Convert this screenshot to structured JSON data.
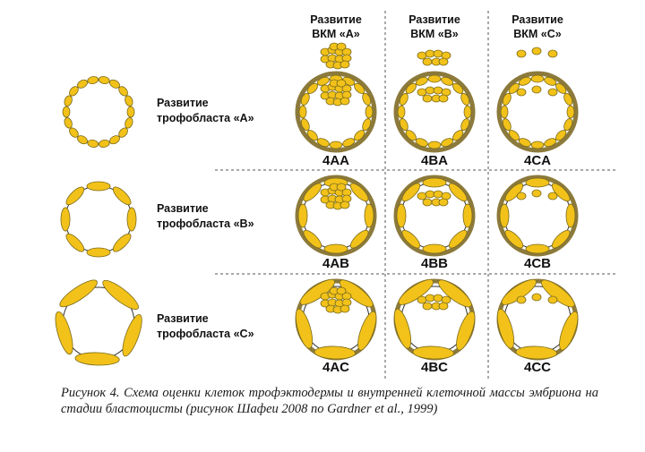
{
  "icm_headers": [
    {
      "line1": "Развитие",
      "line2": "ВКМ «А»"
    },
    {
      "line1": "Развитие",
      "line2": "ВКМ «В»"
    },
    {
      "line1": "Развитие",
      "line2": "ВКМ «С»"
    }
  ],
  "trophoblast_rows": [
    {
      "line1": "Развитие",
      "line2": "трофобласта «А»"
    },
    {
      "line1": "Развитие",
      "line2": "трофобласта «В»"
    },
    {
      "line1": "Развитие",
      "line2": "трофобласта «С»"
    }
  ],
  "grades": [
    [
      "4AA",
      "4BA",
      "4CA"
    ],
    [
      "4AB",
      "4BB",
      "4CB"
    ],
    [
      "4AC",
      "4BC",
      "4CC"
    ]
  ],
  "caption": "Рисунок 4. Схема оценки клеток трофэктодермы и внутренней клеточной массы эмбриона на стадии бластоцисты (рисунок Шафеи 2008 по Gardner et al., 1999)",
  "colors": {
    "cell_fill": "#f2c21a",
    "cell_stroke": "#7a6a1a",
    "zona": "#8c7a3c",
    "outline": "#333333",
    "divider": "#555555"
  }
}
